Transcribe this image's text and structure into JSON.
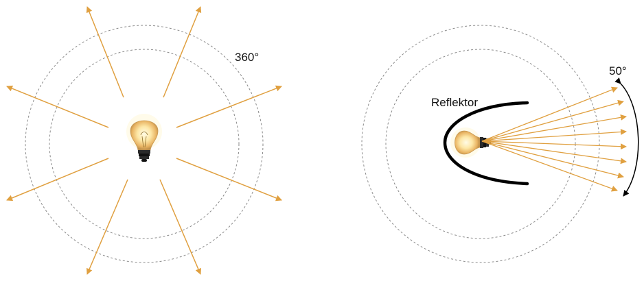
{
  "left_panel": {
    "angle_label": "360°"
  },
  "right_panel": {
    "reflector_label": "Reflektor",
    "angle_label": "50°"
  },
  "colors": {
    "ray": "#e0a040",
    "circle": "#8a8a8a",
    "reflector": "#000000",
    "text": "#111111",
    "bulb_glow": "#fff3c4",
    "bulb_core": "#e8b85a",
    "bulb_base": "#1c1c1c"
  },
  "icons": {
    "left_bulb": "light-bulb-icon",
    "right_bulb": "light-bulb-icon"
  }
}
